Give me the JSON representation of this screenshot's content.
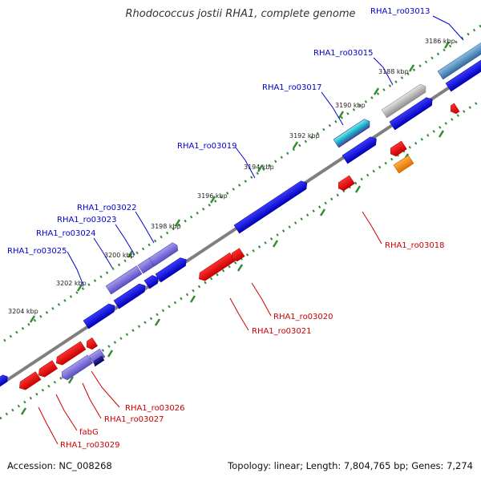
{
  "title": "Rhodococcus jostii RHA1, complete genome",
  "accession": "Accession: NC_008268",
  "summary": "Topology: linear; Length: 7,804,765 bp; Genes: 7,274",
  "colors": {
    "backbone": "#7f7f7f",
    "minor_tick": "#2e8b2e",
    "forward_label": "#0000cc",
    "reverse_label": "#cc0000"
  },
  "ticks": [
    "3186 kbp",
    "3188 kbp",
    "3190 kbp",
    "3192 kbp",
    "3194 kbp",
    "3196 kbp",
    "3198 kbp",
    "3200 kbp",
    "3202 kbp",
    "3204 kbp"
  ],
  "forward_labels": [
    "RHA1_ro03013",
    "RHA1_ro03015",
    "RHA1_ro03017",
    "RHA1_ro03019",
    "RHA1_ro03022",
    "RHA1_ro03023",
    "RHA1_ro03024",
    "RHA1_ro03025"
  ],
  "reverse_labels": [
    "RHA1_ro03018",
    "RHA1_ro03020",
    "RHA1_ro03021",
    "RHA1_ro03026",
    "RHA1_ro03027",
    "fabG",
    "RHA1_ro03029"
  ]
}
